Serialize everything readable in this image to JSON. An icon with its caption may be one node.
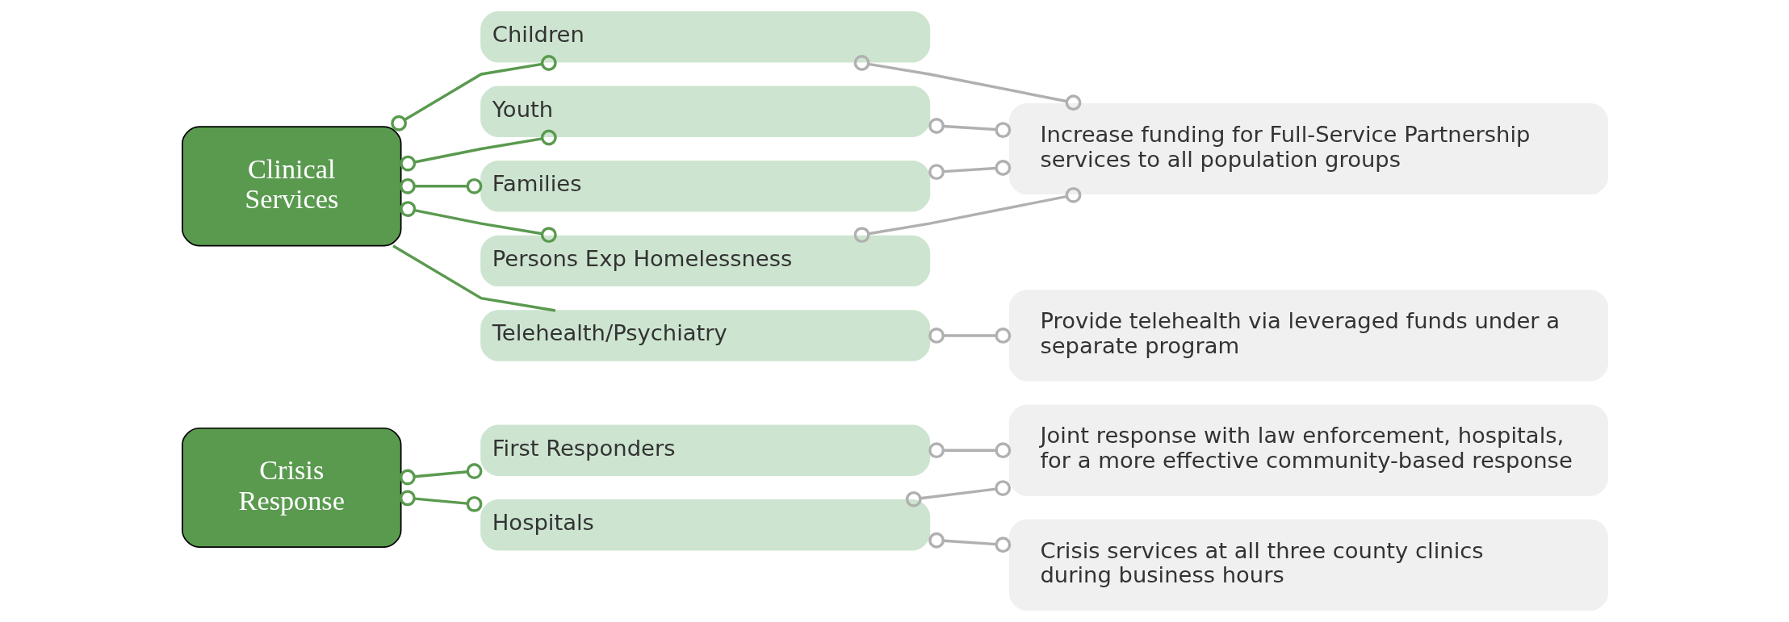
{
  "diagram": {
    "nodes": [
      {
        "text": [
          "Crisis Response"
        ]
      },
      {
        "text": [
          "First Responders"
        ]
      },
      {
        "text": [
          "Hospitals"
        ]
      },
      {
        "text": [
          "Joint response with law enforcement, hospitals, for a more effective community-based response"
        ]
      },
      {
        "text": [
          "Crisis services at all three county clinics during business hours"
        ]
      },
      {
        "text": [
          "Clinical Services"
        ]
      },
      {
        "text": [
          "Children"
        ]
      },
      {
        "text": [
          "Youth"
        ]
      },
      {
        "text": [
          "Families"
        ]
      },
      {
        "text": [
          "Persons Exp Homelessness"
        ]
      },
      {
        "text": [
          "Telehealth/Psychiatry"
        ]
      },
      {
        "text": [
          "Increase funding for Full-Service Partnership services to all population groups"
        ]
      },
      {
        "text": [
          "Provide telehealth via leveraged funds under a separate program"
        ]
      }
    ],
    "edges": [
      {
        "from": 0,
        "to": 1,
        "arrow": "other",
        "color": "#5a9a4f"
      },
      {
        "from": 0,
        "to": 2,
        "arrow": "other",
        "color": "#5a9a4f"
      },
      {
        "from": 1,
        "to": 3,
        "arrow": "other"
      },
      {
        "from": 2,
        "to": 3,
        "arrow": "other"
      },
      {
        "from": 2,
        "to": 4,
        "arrow": "other"
      },
      {
        "from": 5,
        "to": 6,
        "arrow": "other",
        "color": "#5a9a4f"
      },
      {
        "from": 5,
        "to": 7,
        "arrow": "other",
        "color": "#5a9a4f"
      },
      {
        "from": 5,
        "to": 8,
        "arrow": "other",
        "color": "#5a9a4f"
      },
      {
        "from": 5,
        "to": 9,
        "arrow": "other",
        "color": "#5a9a4f"
      },
      {
        "from": 5,
        "to": 10,
        "arrow": "none",
        "color": "#5a9a4f"
      },
      {
        "from": 6,
        "to": 11,
        "arrow": "other"
      },
      {
        "from": 7,
        "to": 11,
        "arrow": "other"
      },
      {
        "from": 8,
        "to": 11,
        "arrow": "other"
      },
      {
        "from": 9,
        "to": 11,
        "arrow": "other"
      },
      {
        "from": 10,
        "to": 12,
        "arrow": "other"
      }
    ]
  }
}
